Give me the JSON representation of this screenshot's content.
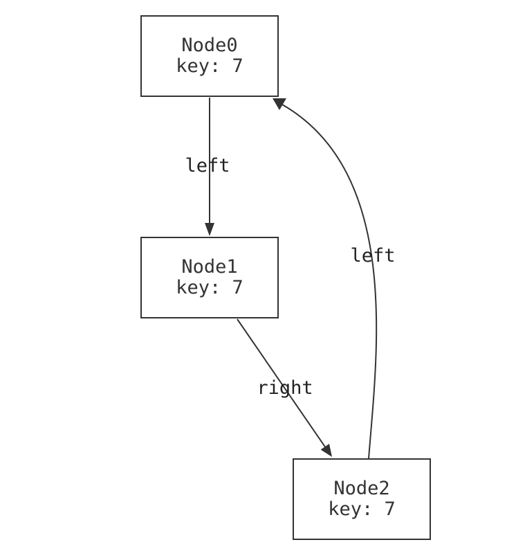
{
  "diagram": {
    "colors": {
      "background": "#ffffff",
      "line": "#333333",
      "node_border": "#333333",
      "text": "#333333"
    },
    "nodes": [
      {
        "label": "Node0",
        "key_line": "key: 7"
      },
      {
        "label": "Node1",
        "key_line": "key: 7"
      },
      {
        "label": "Node2",
        "key_line": "key: 7"
      }
    ],
    "edges": [
      {
        "from": "Node0",
        "to": "Node1",
        "label": "left"
      },
      {
        "from": "Node1",
        "to": "Node2",
        "label": "right"
      },
      {
        "from": "Node2",
        "to": "Node0",
        "label": "left"
      }
    ]
  }
}
